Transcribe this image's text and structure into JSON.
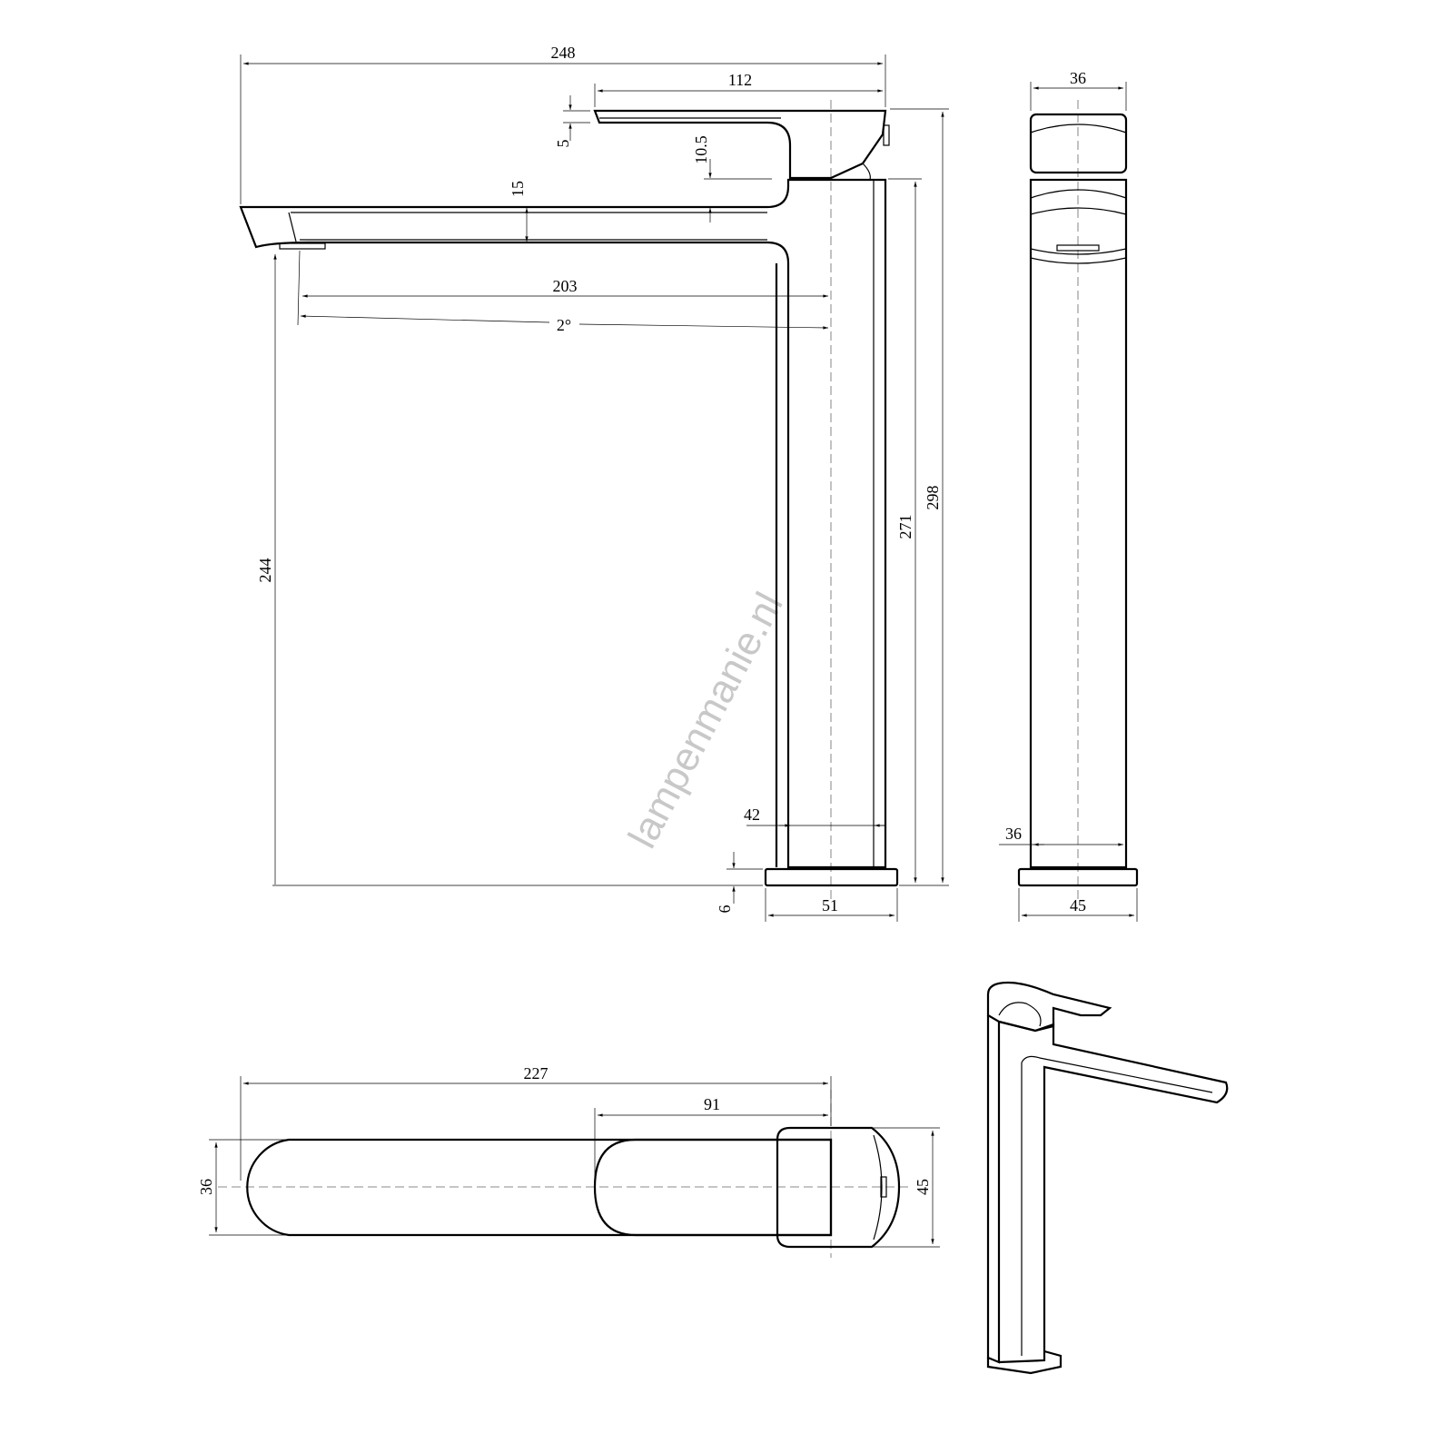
{
  "watermark": "lampenmanie.nl",
  "front_view": {
    "overall_width": "248",
    "handle_length": "112",
    "handle_thickness": "5",
    "handle_gap": "10.5",
    "spout_thickness": "15",
    "spout_reach": "203",
    "spout_angle": "2°",
    "spout_height": "244",
    "body_height": "271",
    "total_height": "298",
    "body_width": "42",
    "base_height": "6",
    "base_width": "51"
  },
  "side_view": {
    "top_width": "36",
    "body_width": "36",
    "base_width": "45"
  },
  "top_view": {
    "overall_length": "227",
    "handle_length": "91",
    "spout_width": "36",
    "base_width": "45"
  }
}
